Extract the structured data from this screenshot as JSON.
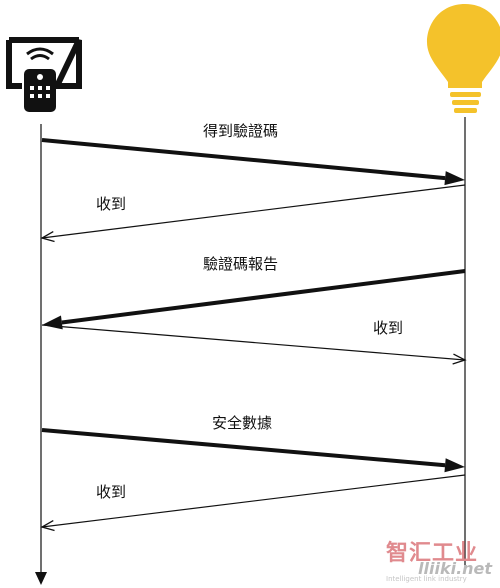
{
  "participants": [
    {
      "id": "remote",
      "icon": "tv-remote-icon"
    },
    {
      "id": "bulb",
      "icon": "light-bulb-icon"
    }
  ],
  "messages": [
    {
      "label": "得到驗證碼",
      "from": "remote",
      "to": "bulb",
      "weight": "bold"
    },
    {
      "label": "收到",
      "from": "bulb",
      "to": "remote",
      "weight": "thin"
    },
    {
      "label": "驗證碼報告",
      "from": "bulb",
      "to": "remote",
      "weight": "bold"
    },
    {
      "label": "收到",
      "from": "remote",
      "to": "bulb",
      "weight": "thin"
    },
    {
      "label": "安全數據",
      "from": "remote",
      "to": "bulb",
      "weight": "bold"
    },
    {
      "label": "收到",
      "from": "bulb",
      "to": "remote",
      "weight": "thin"
    }
  ],
  "watermark": {
    "title": "智汇工业",
    "domain": "lliiki.net",
    "tagline": "Intelligent link industry"
  },
  "colors": {
    "line": "#111111",
    "bulb": "#f4c22b",
    "bulb_base": "#f4c22b",
    "icon": "#111111"
  }
}
